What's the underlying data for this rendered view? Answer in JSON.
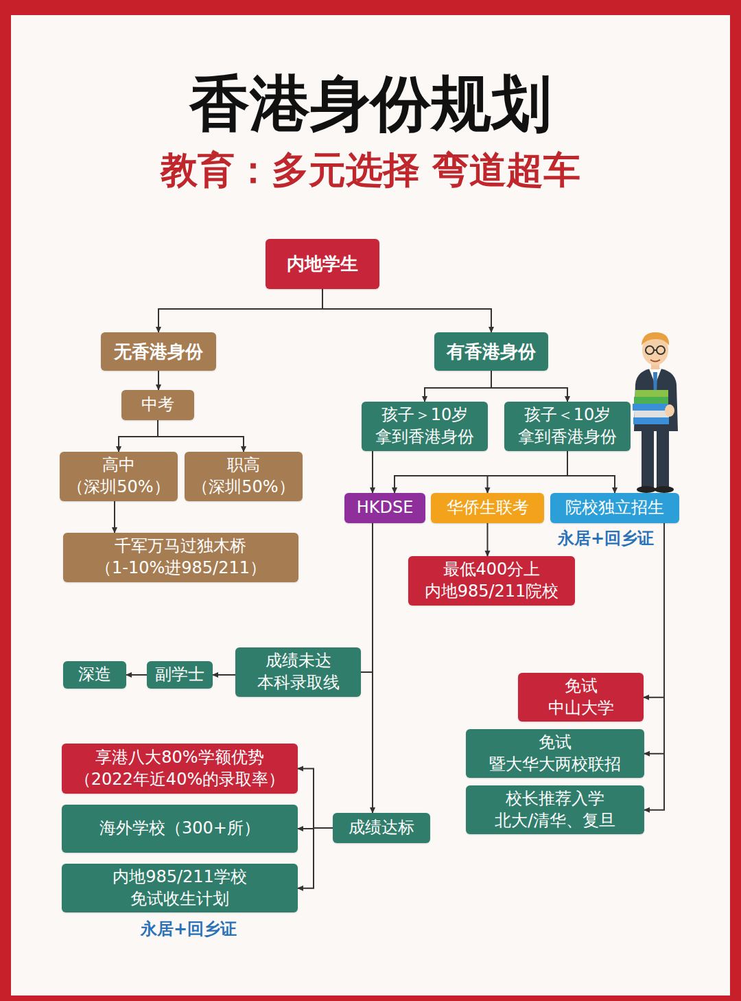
{
  "diagram": {
    "title": "香港身份规划",
    "nodes": [
      {
        "text": [
          "内地学生"
        ]
      },
      {
        "text": [
          "无香港身份"
        ]
      },
      {
        "text": [
          "有香港身份"
        ]
      },
      {
        "text": [
          "中考"
        ]
      },
      {
        "text": [
          "孩子＞10岁 拿到香港身份"
        ]
      },
      {
        "text": [
          "孩子＜10岁 拿到香港身份"
        ]
      },
      {
        "text": [
          "高中 （深圳50%）"
        ]
      },
      {
        "text": [
          "职高 （深圳50%）"
        ]
      },
      {
        "text": [
          "HKDSE"
        ]
      },
      {
        "text": [
          "华侨生联考"
        ]
      },
      {
        "text": [
          "院校独立招生"
        ]
      },
      {
        "text": [
          "千军万马过独木桥 （1-10%进985/211）"
        ]
      },
      {
        "text": [
          "最低400分上 内地985/211院校"
        ]
      },
      {
        "text": [
          "成绩未达 本科录取线"
        ]
      },
      {
        "text": [
          "副学士"
        ]
      },
      {
        "text": [
          "深造"
        ]
      },
      {
        "text": [
          "免试 中山大学"
        ]
      },
      {
        "text": [
          "免试 暨大华大两校联招"
        ]
      },
      {
        "text": [
          "校长推荐入学 北大/清华、复旦"
        ]
      },
      {
        "text": [
          "享港八大80%学额优势 （2022年近40%的录取率）"
        ]
      },
      {
        "text": [
          "成绩达标"
        ]
      },
      {
        "text": [
          "海外学校（300+所）"
        ]
      },
      {
        "text": [
          "内地985/211学校 免试收生计划"
        ]
      }
    ],
    "edges": [
      {
        "from": 0,
        "to": 1,
        "arrow": "to"
      },
      {
        "from": 0,
        "to": 2,
        "arrow": "to"
      },
      {
        "from": 1,
        "to": 3,
        "arrow": "to"
      },
      {
        "from": 2,
        "to": 4,
        "arrow": "to"
      },
      {
        "from": 2,
        "to": 5,
        "arrow": "to"
      },
      {
        "from": 3,
        "to": 6,
        "arrow": "to"
      },
      {
        "from": 3,
        "to": 7,
        "arrow": "to"
      },
      {
        "from": 6,
        "to": 11,
        "arrow": "to"
      },
      {
        "from": 4,
        "to": 8,
        "arrow": "to"
      },
      {
        "from": 5,
        "to": 8,
        "arrow": "to"
      },
      {
        "from": 5,
        "to": 9,
        "arrow": "to"
      },
      {
        "from": 5,
        "to": 10,
        "arrow": "to"
      },
      {
        "from": 9,
        "to": 12,
        "arrow": "to"
      },
      {
        "from": 8,
        "to": 13,
        "arrow": "none"
      },
      {
        "from": 13,
        "to": 14,
        "arrow": "to"
      },
      {
        "from": 14,
        "to": 15,
        "arrow": "to"
      },
      {
        "from": 8,
        "to": 20,
        "arrow": "to"
      },
      {
        "from": 10,
        "to": 16,
        "arrow": "to"
      },
      {
        "from": 10,
        "to": 17,
        "arrow": "to"
      },
      {
        "from": 10,
        "to": 18,
        "arrow": "to"
      },
      {
        "from": 20,
        "to": 19,
        "arrow": "to"
      },
      {
        "from": 20,
        "to": 21,
        "arrow": "to"
      },
      {
        "from": 20,
        "to": 22,
        "arrow": "to"
      }
    ],
    "labels": [
      "教育：多元选择 弯道超车",
      "永居+回乡证",
      "永居+回乡证"
    ]
  }
}
